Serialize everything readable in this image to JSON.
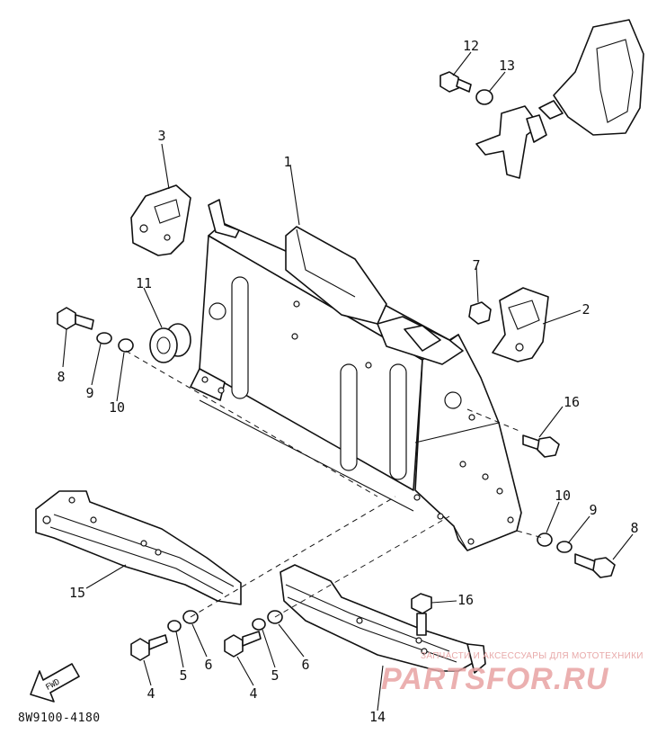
{
  "diagram": {
    "callouts": [
      "1",
      "2",
      "3",
      "4",
      "4",
      "5",
      "5",
      "6",
      "6",
      "7",
      "8",
      "8",
      "9",
      "9",
      "10",
      "10",
      "11",
      "12",
      "13",
      "14",
      "15",
      "16",
      "16"
    ],
    "direction_arrow_label": "FWD",
    "drawing_code": "8W9100-4180"
  },
  "watermark": {
    "tagline": "ЗАПЧАСТИ И АКСЕССУАРЫ ДЛЯ МОТОТЕХНИКИ",
    "logo_text": "PARTSFOR.RU"
  }
}
